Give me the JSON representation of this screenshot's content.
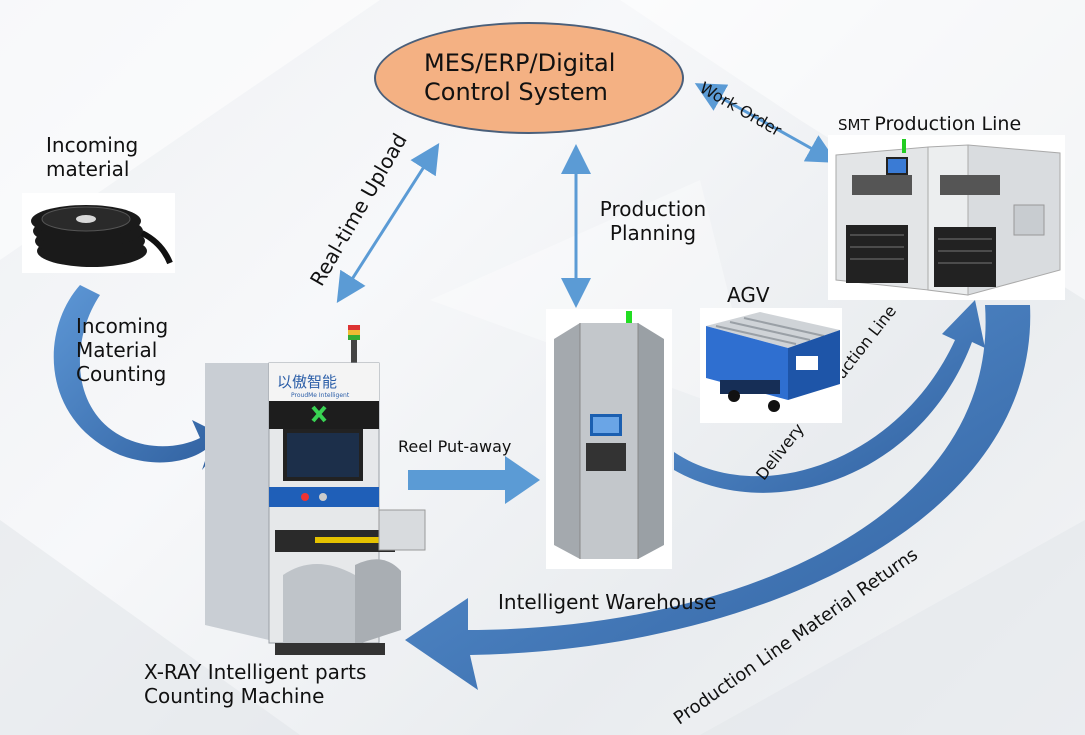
{
  "system_node": {
    "line1": "MES/ERP/Digital",
    "line2": "Control System"
  },
  "labels": {
    "work_order": "Work Order",
    "smt_prefix": "SMT ",
    "smt_rest": "Production Line",
    "incoming_material": "Incoming material",
    "realtime_upload": "Real-time Upload",
    "production_planning": "Production Planning",
    "agv": "AGV",
    "incoming_counting": "Incoming Material Counting",
    "delivery": "Delivery to Production Line",
    "reel_putaway": "Reel Put-away",
    "warehouse": "Intelligent Warehouse",
    "returns": "Production Line Material Returns",
    "xray_line1": "X-RAY Intelligent parts",
    "xray_line2": "Counting Machine"
  },
  "machine_brand": {
    "cn": "以傲智能",
    "en": "ProudMe Intelligent"
  },
  "colors": {
    "ellipse_fill": "#f4b183",
    "arrow_blue": "#5b9bd5",
    "curve_blue": "#4f86c6"
  },
  "icons": {
    "incoming": "tape-reels-image",
    "xray": "xray-counting-machine-image",
    "warehouse": "intelligent-warehouse-image",
    "agv": "agv-robot-image",
    "smt": "smt-production-line-image"
  }
}
